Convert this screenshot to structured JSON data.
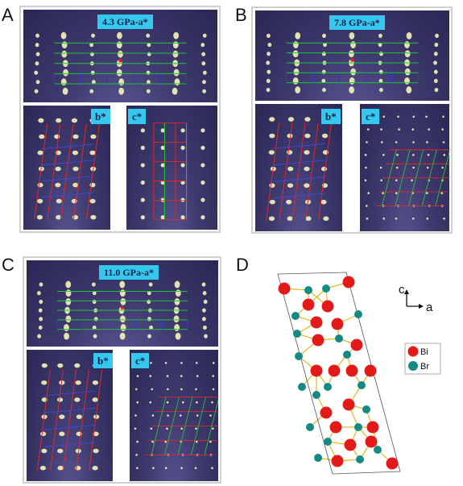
{
  "figure": {
    "panel_labels": [
      "A",
      "B",
      "C",
      "D"
    ],
    "panels": [
      {
        "id": "A",
        "top_tag": "4.3 GPa-a*",
        "bottom_tags": [
          "b*",
          "c*"
        ]
      },
      {
        "id": "B",
        "top_tag": "7.8 GPa-a*",
        "bottom_tags": [
          "b*",
          "c*"
        ]
      },
      {
        "id": "C",
        "top_tag": "11.0 GPa-a*",
        "bottom_tags": [
          "b*",
          "c*"
        ]
      }
    ],
    "structure": {
      "axis_c": "c",
      "axis_a": "a",
      "legend": [
        {
          "label": "Bi",
          "color": "#e21a1a"
        },
        {
          "label": "Br",
          "color": "#138a84"
        }
      ]
    }
  }
}
